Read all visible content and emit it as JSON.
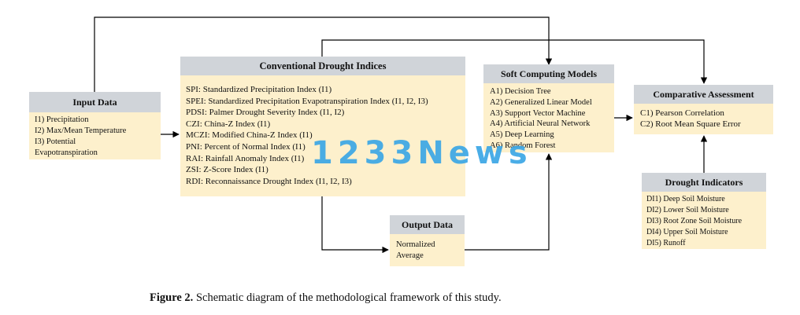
{
  "input_data": {
    "title": "Input Data",
    "items": [
      "I1) Precipitation",
      "I2) Max/Mean Temperature",
      "I3) Potential",
      "Evapotranspiration"
    ]
  },
  "conventional_drought_indices": {
    "title": "Conventional Drought Indices",
    "items": [
      "SPI: Standardized Precipitation Index (I1)",
      "SPEI: Standardized Precipitation Evapotranspiration Index (I1, I2, I3)",
      "PDSI: Palmer Drought Severity Index (I1, I2)",
      "CZI: China-Z Index (I1)",
      "MCZI: Modified China-Z Index (I1)",
      "PNI: Percent of Normal Index (I1)",
      "RAI: Rainfall Anomaly Index (I1)",
      "ZSI: Z-Score Index (I1)",
      "RDI: Reconnaissance Drought Index (I1, I2, I3)"
    ]
  },
  "soft_computing_models": {
    "title": "Soft Computing Models",
    "items": [
      "A1) Decision Tree",
      "A2) Generalized Linear Model",
      "A3) Support Vector Machine",
      "A4) Artificial Neural Network",
      "A5) Deep Learning",
      "A6) Random Forest"
    ]
  },
  "comparative_assessment": {
    "title": "Comparative Assessment",
    "items": [
      "C1) Pearson Correlation",
      "C2) Root Mean Square Error"
    ]
  },
  "drought_indicators": {
    "title": "Drought Indicators",
    "items": [
      "DI1) Deep Soil Moisture",
      "DI2) Lower Soil Moisture",
      "DI3) Root Zone Soil Moisture",
      "DI4) Upper Soil Moisture",
      "DI5) Runoff"
    ]
  },
  "output_data": {
    "title": "Output Data",
    "items": [
      "Normalized",
      "Average"
    ]
  },
  "watermark": "1233News",
  "caption": {
    "label": "Figure 2.",
    "text": "Schematic diagram of the methodological framework of this study."
  },
  "colors": {
    "header_fill": "#d0d4d9",
    "body_fill": "#fdf0cc",
    "watermark": "#3ba7e6"
  }
}
